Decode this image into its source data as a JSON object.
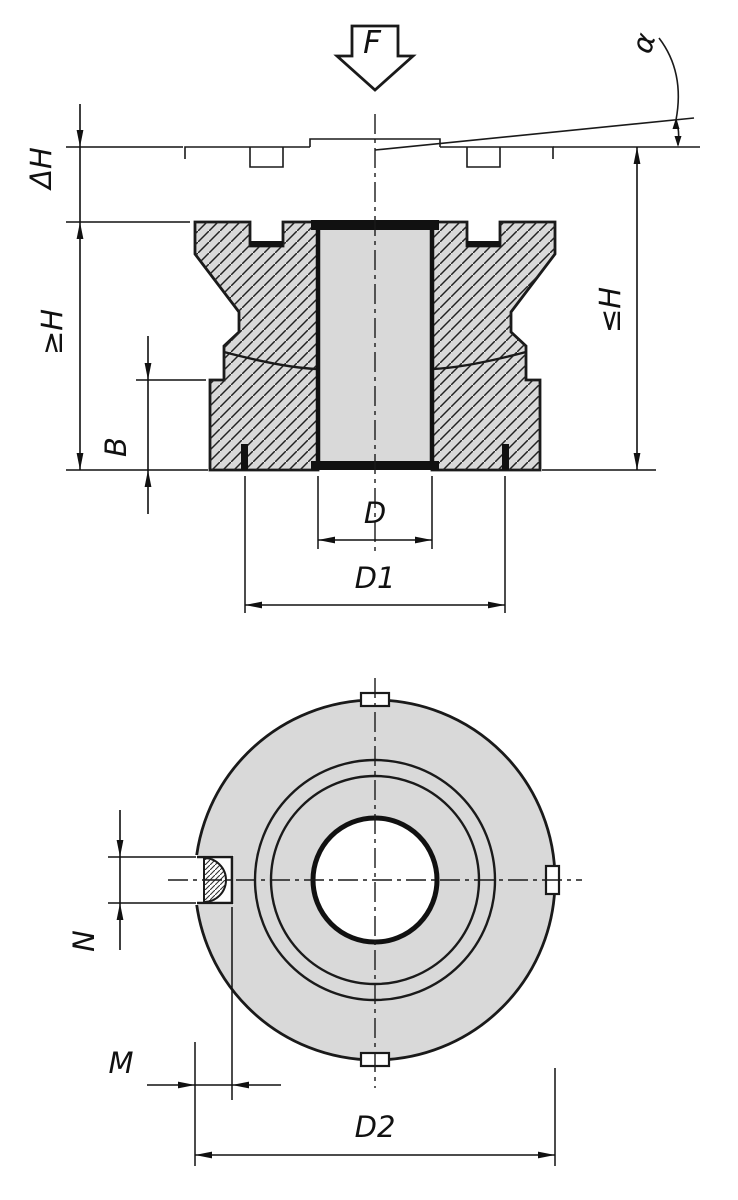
{
  "labels": {
    "force": "F",
    "angle": "α",
    "delta_h": "ΔH",
    "height_min": "≥H",
    "height_max": "≤H",
    "b": "B",
    "d": "D",
    "d1": "D1",
    "n": "N",
    "m": "M",
    "d2": "D2"
  },
  "colors": {
    "background": "#ffffff",
    "line": "#1a1a1a",
    "part_fill": "#d9d9d9",
    "hatch_line": "#222222",
    "bore_fill": "#ffffff"
  }
}
